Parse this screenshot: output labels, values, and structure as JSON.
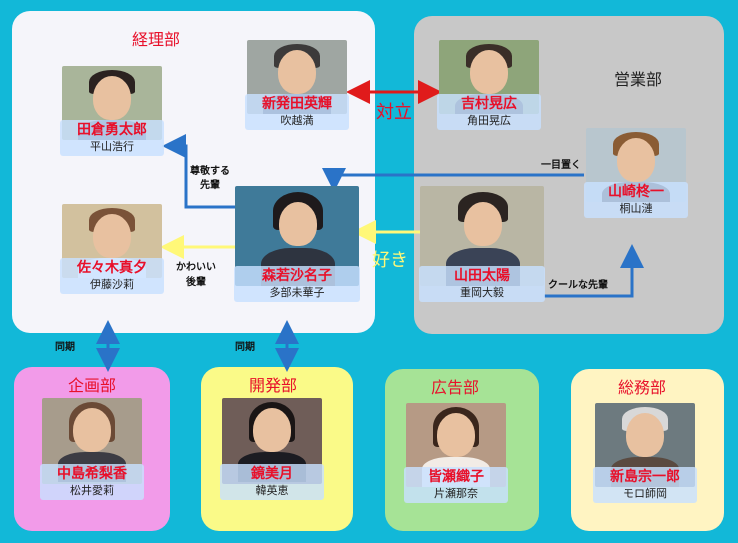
{
  "colors": {
    "background": "#12b8d8",
    "accounting_panel": "#f5f5fa",
    "sales_panel": "#c8c8c8",
    "planning_panel": "#f29be9",
    "development_panel": "#fafa88",
    "advertising_panel": "#a6e396",
    "general_affairs_panel": "#fff4c2",
    "role_name": "#e8102a",
    "arrow_blue": "#2a73c8",
    "arrow_red": "#e01b1b",
    "arrow_yellow": "#fff878"
  },
  "departments": {
    "accounting": "経理部",
    "sales": "営業部",
    "planning": "企画部",
    "development": "開発部",
    "advertising": "広告部",
    "general_affairs": "総務部"
  },
  "characters": {
    "taguchi": {
      "role": "田倉勇太郎",
      "actor": "平山浩行"
    },
    "shibata": {
      "role": "新発田英輝",
      "actor": "吹越満"
    },
    "yoshimura": {
      "role": "吉村晃広",
      "actor": "角田晃広"
    },
    "sasaki": {
      "role": "佐々木真夕",
      "actor": "伊藤沙莉"
    },
    "morikawa": {
      "role": "森若沙名子",
      "actor": "多部未華子"
    },
    "yamazaki": {
      "role": "山崎柊一",
      "actor": "桐山漣"
    },
    "yamada": {
      "role": "山田太陽",
      "actor": "重岡大毅"
    },
    "nakajima": {
      "role": "中島希梨香",
      "actor": "松井愛莉"
    },
    "kagami": {
      "role": "鏡美月",
      "actor": "韓英恵"
    },
    "minase": {
      "role": "皆瀬織子",
      "actor": "片瀬那奈"
    },
    "niijima": {
      "role": "新島宗一郎",
      "actor": "モロ師岡"
    }
  },
  "relations": {
    "confront": "対立",
    "respected_senior_1": "尊敬する",
    "respected_senior_2": "先輩",
    "cute_junior_1": "かわいい",
    "cute_junior_2": "後輩",
    "love": "好き",
    "respects": "一目置く",
    "cool_senior": "クールな先輩",
    "same_year_1": "同期",
    "same_year_2": "同期"
  }
}
